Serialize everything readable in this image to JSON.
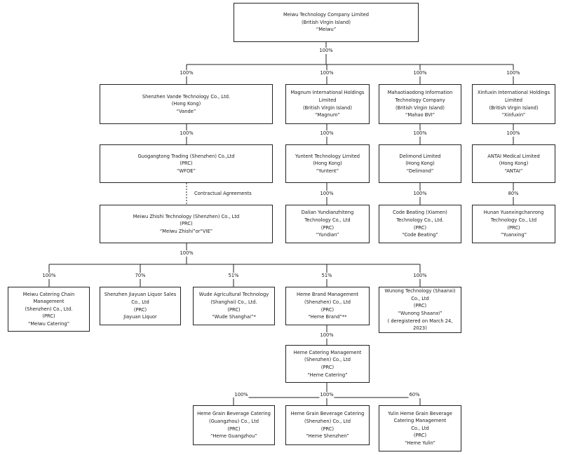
{
  "entities": {
    "meiwu": [
      "Meiwu Technology Company Limited",
      "(British Virgin Island)",
      "“Meiwu”"
    ],
    "vande": [
      "Shenzhen Vande Technology Co., Ltd.",
      "(Hong Kong)",
      "“Vande”"
    ],
    "magnum": [
      "Magnum International Holdings",
      "Limited",
      "(British Virgin Island)",
      "“Magnum”"
    ],
    "mahao": [
      "Mahaotiaodong Information",
      "Technology Company",
      "(British Virgin Island)",
      "“Mahao BVI”"
    ],
    "xinfuxin": [
      "Xinfuxin International Holdings",
      "Limited",
      "(British Virgin Island)",
      "“Xinfuxin”"
    ],
    "wfoe": [
      "Guogangtong Trading (Shenzhen) Co.,Ltd",
      "(PRC)",
      "“WFOE”"
    ],
    "yuntent": [
      "Yuntent Technology Limited",
      "(Hong Kong)",
      "“Yuntent”"
    ],
    "delimond": [
      "Delimond Limited",
      "(Hong Kong)",
      "“Delimond”"
    ],
    "antai": [
      "ANTAI Medical Limited",
      "(Hong Kong)",
      "“ANTAI”"
    ],
    "vie": [
      "Meiwu Zhishi Technology (Shenzhen) Co., Ltd",
      "(PRC)",
      "“Meiwu Zhishi”or“VIE”"
    ],
    "yundian": [
      "Dalian Yundianzhiteng",
      "Technology Co., Ltd",
      "(PRC)",
      "“Yundian”"
    ],
    "codebeating": [
      "Code Beating (Xiamen)",
      "Technology Co., Ltd.",
      "(PRC)",
      "“Code Beating”"
    ],
    "yuanxing": [
      "Hunan Yuanxingchanrong",
      "Technology Co., Ltd",
      "(PRC)",
      "“Yuanxing”"
    ],
    "catering": [
      "Meiwu Catering Chain",
      "Management",
      "(Shenzhen) Co., Ltd.",
      "(PRC)",
      "“Meiwu Catering”"
    ],
    "jiayuan": [
      "Shenzhen Jiayuan Liquor Sales",
      "Co., Ltd",
      "(PRC)",
      "Jiayuan Liquor"
    ],
    "wude": [
      "Wude Agricultural Technology",
      "(Shanghai) Co., Ltd.",
      "(PRC)",
      "“Wude Shanghai”*"
    ],
    "hemebrand": [
      "Heme Brand Management",
      "(Shenzhen) Co., Ltd",
      "(PRC)",
      "“Heme Brand”**"
    ],
    "wunong": [
      "Wunong Technology (Shaanxi)",
      "Co., Ltd",
      "(PRC)",
      "“Wunong Shaanxi”",
      "( deregistered on March 24,",
      "2023)"
    ],
    "hemecatering": [
      "Heme Catering Management",
      "(Shenzhen) Co., Ltd",
      "(PRC)",
      "“Heme Catering”"
    ],
    "guangzhou": [
      "Heme Grain Beverage Catering",
      "(Guangzhou) Co., Ltd",
      "(PRC)",
      "“Heme Guangzhou”"
    ],
    "shenzhen": [
      "Heme Grain Beverage Catering",
      "(Shenzhen) Co., Ltd",
      "(PRC)",
      "“Heme Shenzhen”"
    ],
    "yulin": [
      "Yulin Heme Grain Beverage",
      "Catering Management",
      "Co., Ltd",
      "(PRC)",
      "“Heme Yulin”"
    ]
  },
  "ownership": {
    "meiwu_to_subs": "100%",
    "meiwu_vande": "100%",
    "meiwu_magnum": "100%",
    "meiwu_mahao": "100%",
    "meiwu_xinfuxin": "100%",
    "vande_wfoe": "100%",
    "magnum_yuntent": "100%",
    "mahao_delimond": "100%",
    "xinfuxin_antai": "100%",
    "yuntent_yundian": "100%",
    "delimond_codebeating": "100%",
    "antai_yuanxing": "80%",
    "vie_to_subs": "100%",
    "vie_catering": "100%",
    "vie_jiayuan": "70%",
    "vie_wude": "51%",
    "vie_hemebrand": "51%",
    "vie_wunong": "100%",
    "hemebrand_hemecatering": "100%",
    "hemecatering_guangzhou": "100%",
    "hemecatering_shenzhen": "100%",
    "hemecatering_yulin": "60%"
  },
  "contractual_label": "Contractual Agreements",
  "colors": {
    "line": "#222222",
    "border": "#222222",
    "text": "#1a1a1a"
  }
}
